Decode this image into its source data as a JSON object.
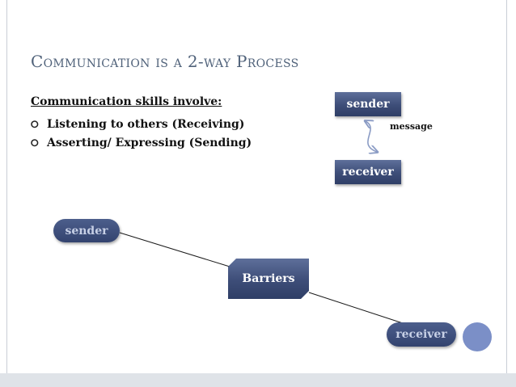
{
  "slide": {
    "title_main": "Communication is a 2-way Process",
    "subheading": "Communication skills involve:",
    "bullets": [
      "Listening to others (Receiving)",
      "Asserting/ Expressing (Sending)"
    ]
  },
  "top_diagram": {
    "sender": "sender",
    "receiver": "receiver",
    "message": "message"
  },
  "bottom_diagram": {
    "sender": "sender",
    "barriers": "Barriers",
    "receiver": "receiver"
  },
  "colors": {
    "title": "#50627a",
    "box_fill": "#3d4d78",
    "pill_text": "#c7d0e6",
    "circle": "#7b8fc7",
    "arrow": "#8a9bc4"
  },
  "icons": {
    "bullet": "ring-bullet-icon",
    "arrow": "double-headed-curved-arrow-icon"
  }
}
